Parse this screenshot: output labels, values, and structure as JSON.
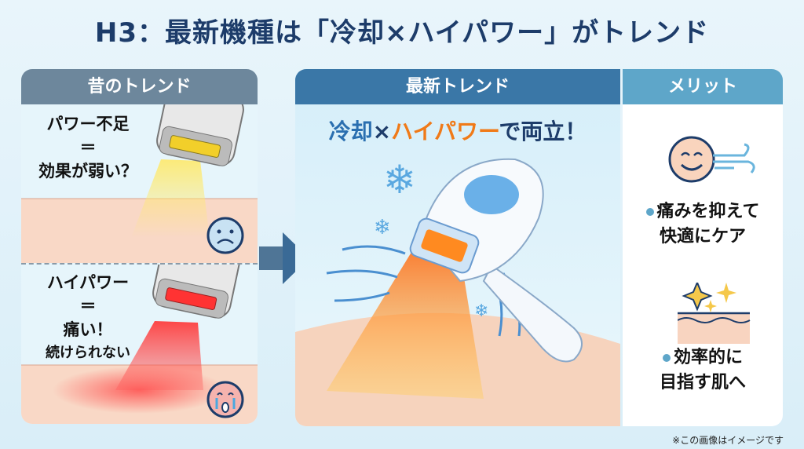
{
  "title": "H3：最新機種は「冷却×ハイパワー」がトレンド",
  "old_trend": {
    "header": "昔のトレンド",
    "scene1": {
      "line1": "パワー不足",
      "line2": "＝",
      "line3": "効果が弱い？",
      "face_icon": "sad-face-icon"
    },
    "scene2": {
      "line1": "ハイパワー",
      "line2": "＝",
      "line3": "痛い！",
      "line4": "続けられない",
      "face_icon": "crying-face-icon"
    }
  },
  "new_trend": {
    "header": "最新トレンド",
    "headline_cool": "冷却",
    "headline_x": "×",
    "headline_power": "ハイパワー",
    "headline_rest": "で両立！"
  },
  "merits": {
    "header": "メリット",
    "items": [
      {
        "line1": "痛みを抑えて",
        "line2": "快適にケア",
        "icon": "smiling-face-wind-icon"
      },
      {
        "line1": "効率的に",
        "line2": "目指す肌へ",
        "icon": "sparkling-skin-icon"
      }
    ]
  },
  "footnote": "※この画像はイメージです",
  "colors": {
    "title": "#1d3c6a",
    "old_header": "#6d879c",
    "new_header": "#3a77a7",
    "merit_header": "#5ea6c9",
    "power": "#f07a18"
  }
}
